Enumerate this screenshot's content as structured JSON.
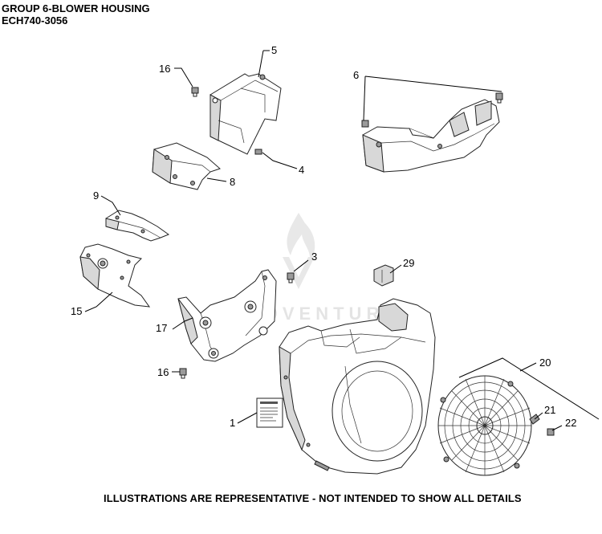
{
  "header": {
    "title": "GROUP 6-BLOWER HOUSING",
    "model": "ECH740-3056"
  },
  "footer": {
    "note": "ILLUSTRATIONS ARE REPRESENTATIVE - NOT INTENDED TO SHOW ALL DETAILS"
  },
  "watermark": {
    "text": "LEADVENTURE"
  },
  "callouts": {
    "c1": "1",
    "c3": "3",
    "c4": "4",
    "c5": "5",
    "c6": "6",
    "c8": "8",
    "c9": "9",
    "c15": "15",
    "c16a": "16",
    "c16b": "16",
    "c17": "17",
    "c20": "20",
    "c21": "21",
    "c22": "22",
    "c29": "29"
  }
}
